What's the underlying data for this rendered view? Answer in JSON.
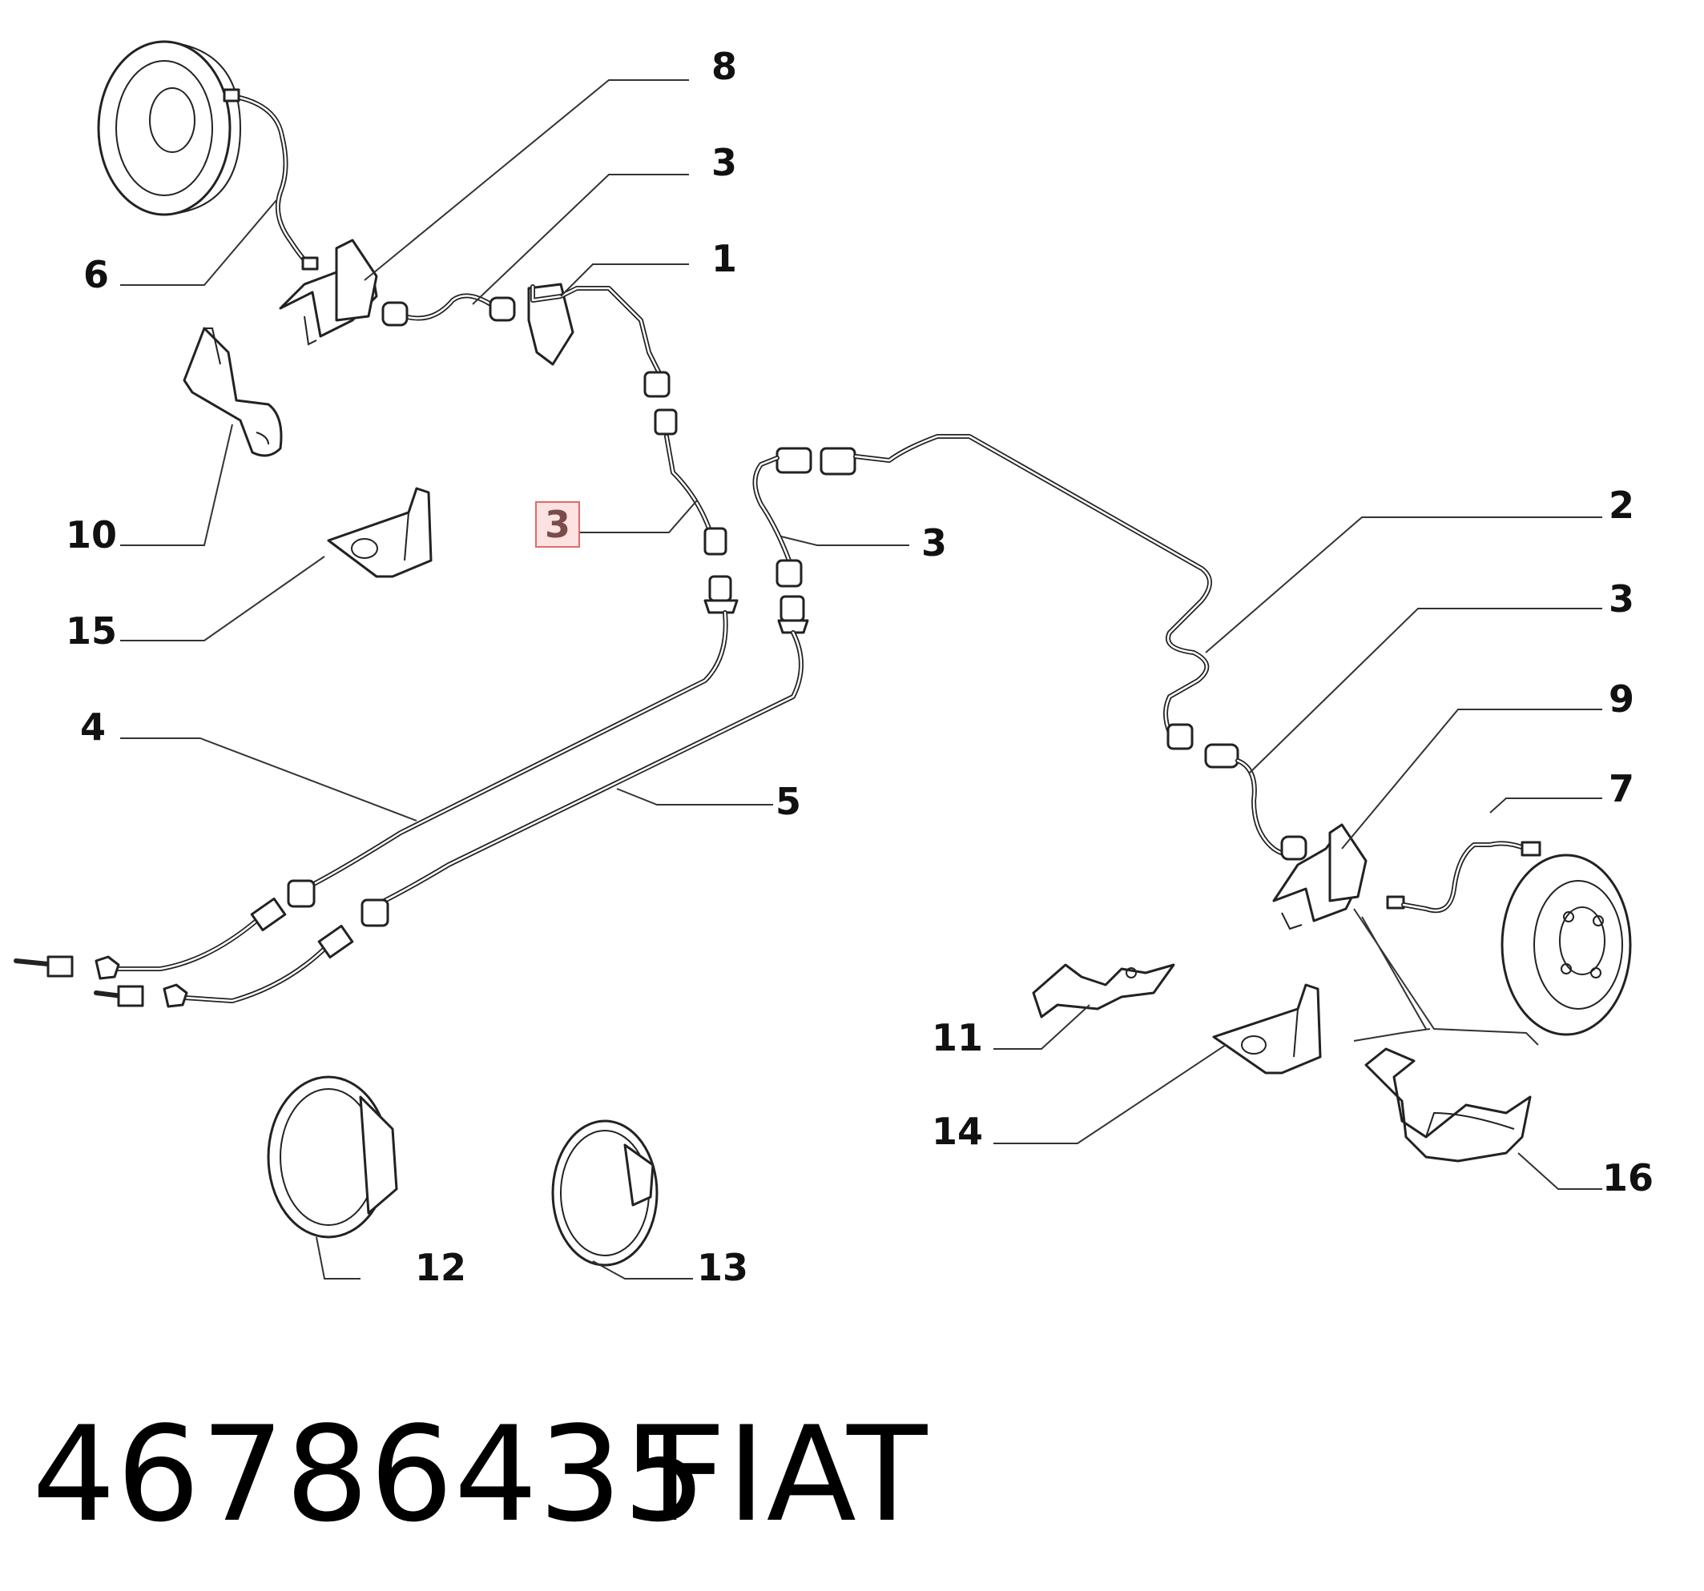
{
  "labels": {
    "l1": "1",
    "l2": "2",
    "l3a": "3",
    "l3b": "3",
    "l3c": "3",
    "l3d": "3",
    "l4": "4",
    "l5": "5",
    "l6": "6",
    "l7": "7",
    "l8": "8",
    "l9": "9",
    "l10": "10",
    "l11": "11",
    "l12": "12",
    "l13": "13",
    "l14": "14",
    "l15": "15",
    "l16": "16"
  },
  "footer": {
    "part_number": "46786435",
    "brand": "FIAT"
  },
  "colors": {
    "line": "#222222",
    "highlight_fill": "#fde2e2",
    "highlight_border": "#e06a6a"
  }
}
